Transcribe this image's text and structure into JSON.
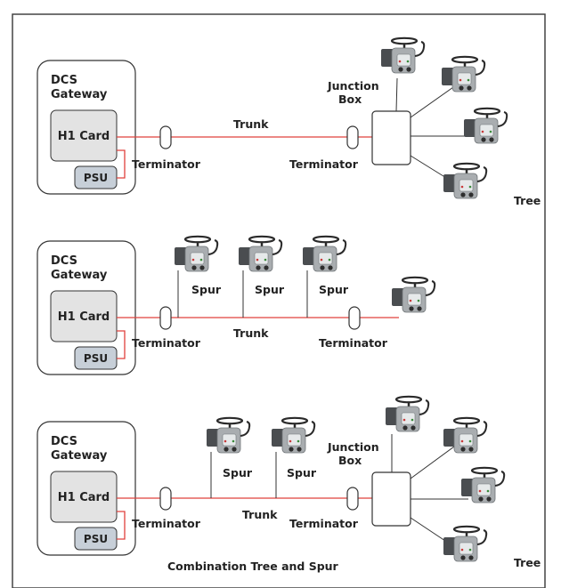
{
  "diagrams": [
    {
      "gateway_label_1": "DCS",
      "gateway_label_2": "Gateway",
      "card_label": "H1 Card",
      "psu_label": "PSU",
      "trunk_label": "Trunk",
      "terminator_left": "Terminator",
      "terminator_right": "Terminator",
      "junction_label_1": "Junction",
      "junction_label_2": "Box",
      "topology_label": "Tree"
    },
    {
      "gateway_label_1": "DCS",
      "gateway_label_2": "Gateway",
      "card_label": "H1 Card",
      "psu_label": "PSU",
      "trunk_label": "Trunk",
      "terminator_left": "Terminator",
      "terminator_right": "Terminator",
      "spur_labels": [
        "Spur",
        "Spur",
        "Spur"
      ]
    },
    {
      "gateway_label_1": "DCS",
      "gateway_label_2": "Gateway",
      "card_label": "H1 Card",
      "psu_label": "PSU",
      "trunk_label": "Trunk",
      "terminator_left": "Terminator",
      "terminator_right": "Terminator",
      "spur_labels": [
        "Spur",
        "Spur"
      ],
      "junction_label_1": "Junction",
      "junction_label_2": "Box",
      "topology_label": "Tree",
      "caption": "Combination Tree and Spur"
    }
  ],
  "colors": {
    "trunk": "#e0403c",
    "card_fill": "#e3e3e3",
    "psu_fill": "#c7cfd8"
  }
}
